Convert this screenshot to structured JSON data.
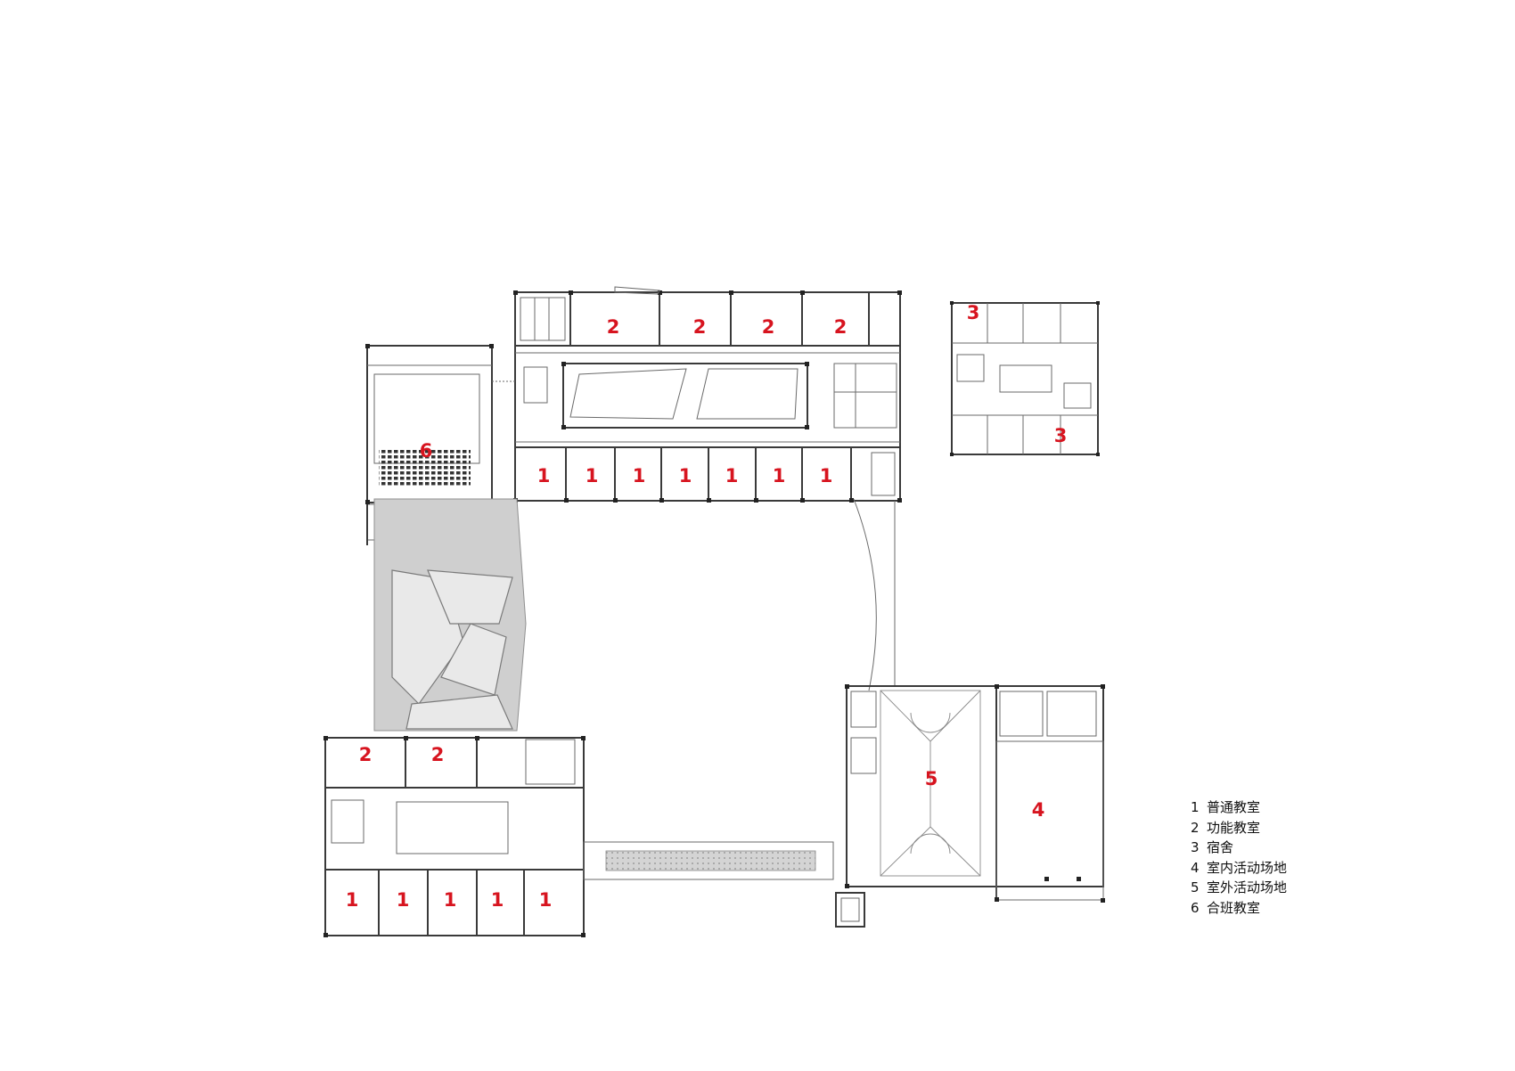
{
  "plan": {
    "room_labels": {
      "top_row_functional": [
        "2",
        "2",
        "2",
        "2"
      ],
      "top_row_regular": [
        "1",
        "1",
        "1",
        "1",
        "1",
        "1",
        "1"
      ],
      "lecture_hall": "6",
      "dorm_top": "3",
      "dorm_bottom": "3",
      "lower_left_functional": [
        "2",
        "2"
      ],
      "lower_left_regular": [
        "1",
        "1",
        "1",
        "1",
        "1"
      ],
      "outdoor_court": "5",
      "indoor_hall": "4"
    }
  },
  "legend": {
    "items": [
      {
        "num": "1",
        "text": "普通教室"
      },
      {
        "num": "2",
        "text": "功能教室"
      },
      {
        "num": "3",
        "text": "宿舍"
      },
      {
        "num": "4",
        "text": "室内活动场地"
      },
      {
        "num": "5",
        "text": "室外活动场地"
      },
      {
        "num": "6",
        "text": "合班教室"
      }
    ]
  },
  "colors": {
    "label": "#d7141f",
    "wall": "#3a3a3a",
    "paving": "#cfcfcf"
  }
}
